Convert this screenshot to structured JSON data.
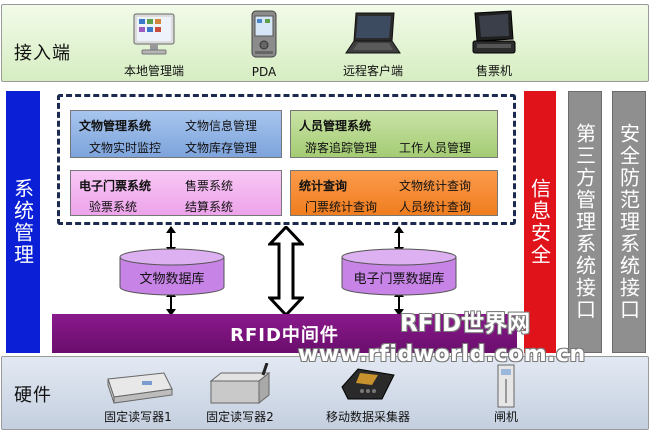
{
  "access_layer": {
    "title": "接入端",
    "devices": [
      {
        "label": "本地管理端",
        "icon": "desktop-computer-icon"
      },
      {
        "label": "PDA",
        "icon": "pda-icon"
      },
      {
        "label": "远程客户端",
        "icon": "laptop-icon"
      },
      {
        "label": "售票机",
        "icon": "ticket-machine-icon"
      }
    ]
  },
  "left_bar": {
    "label": "系统管理",
    "color": "#0a1fd6"
  },
  "right_bars": [
    {
      "label": "信息安全",
      "color": "#e0121a"
    },
    {
      "label": "第三方管理系统接口",
      "color": "#8f8f8f"
    },
    {
      "label": "安全防范理系统接口",
      "color": "#8f8f8f"
    }
  ],
  "systems": {
    "wenwu": {
      "title": "文物管理系统",
      "items": [
        "文物信息管理",
        "文物实时监控",
        "文物库存管理"
      ],
      "color": "#7ea4dc"
    },
    "renyuan": {
      "title": "人员管理系统",
      "items": [
        "游客追踪管理",
        "工作人员管理"
      ],
      "color": "#a4cc73"
    },
    "menpiao": {
      "title": "电子门票系统",
      "items": [
        "售票系统",
        "验票系统",
        "结算系统"
      ],
      "color": "#eda3ea"
    },
    "tongji": {
      "title": "统计查询",
      "items": [
        "文物统计查询",
        "门票统计查询",
        "人员统计查询"
      ],
      "color": "#f07d1f"
    }
  },
  "databases": [
    {
      "label": "文物数据库",
      "color": "#c783e6"
    },
    {
      "label": "电子门票数据库",
      "color": "#c783e6"
    }
  ],
  "middleware": {
    "label": "RFID中间件",
    "color": "#7a127c"
  },
  "hardware_layer": {
    "title": "硬件",
    "devices": [
      {
        "label": "固定读写器1",
        "icon": "fixed-reader-icon"
      },
      {
        "label": "固定读写器2",
        "icon": "fixed-reader-antenna-icon"
      },
      {
        "label": "移动数据采集器",
        "icon": "handheld-scanner-icon"
      },
      {
        "label": "闸机",
        "icon": "gate-icon"
      }
    ]
  },
  "watermark": {
    "line1": "RFID世界网",
    "line2": "www.rfidworld.com.cn"
  }
}
